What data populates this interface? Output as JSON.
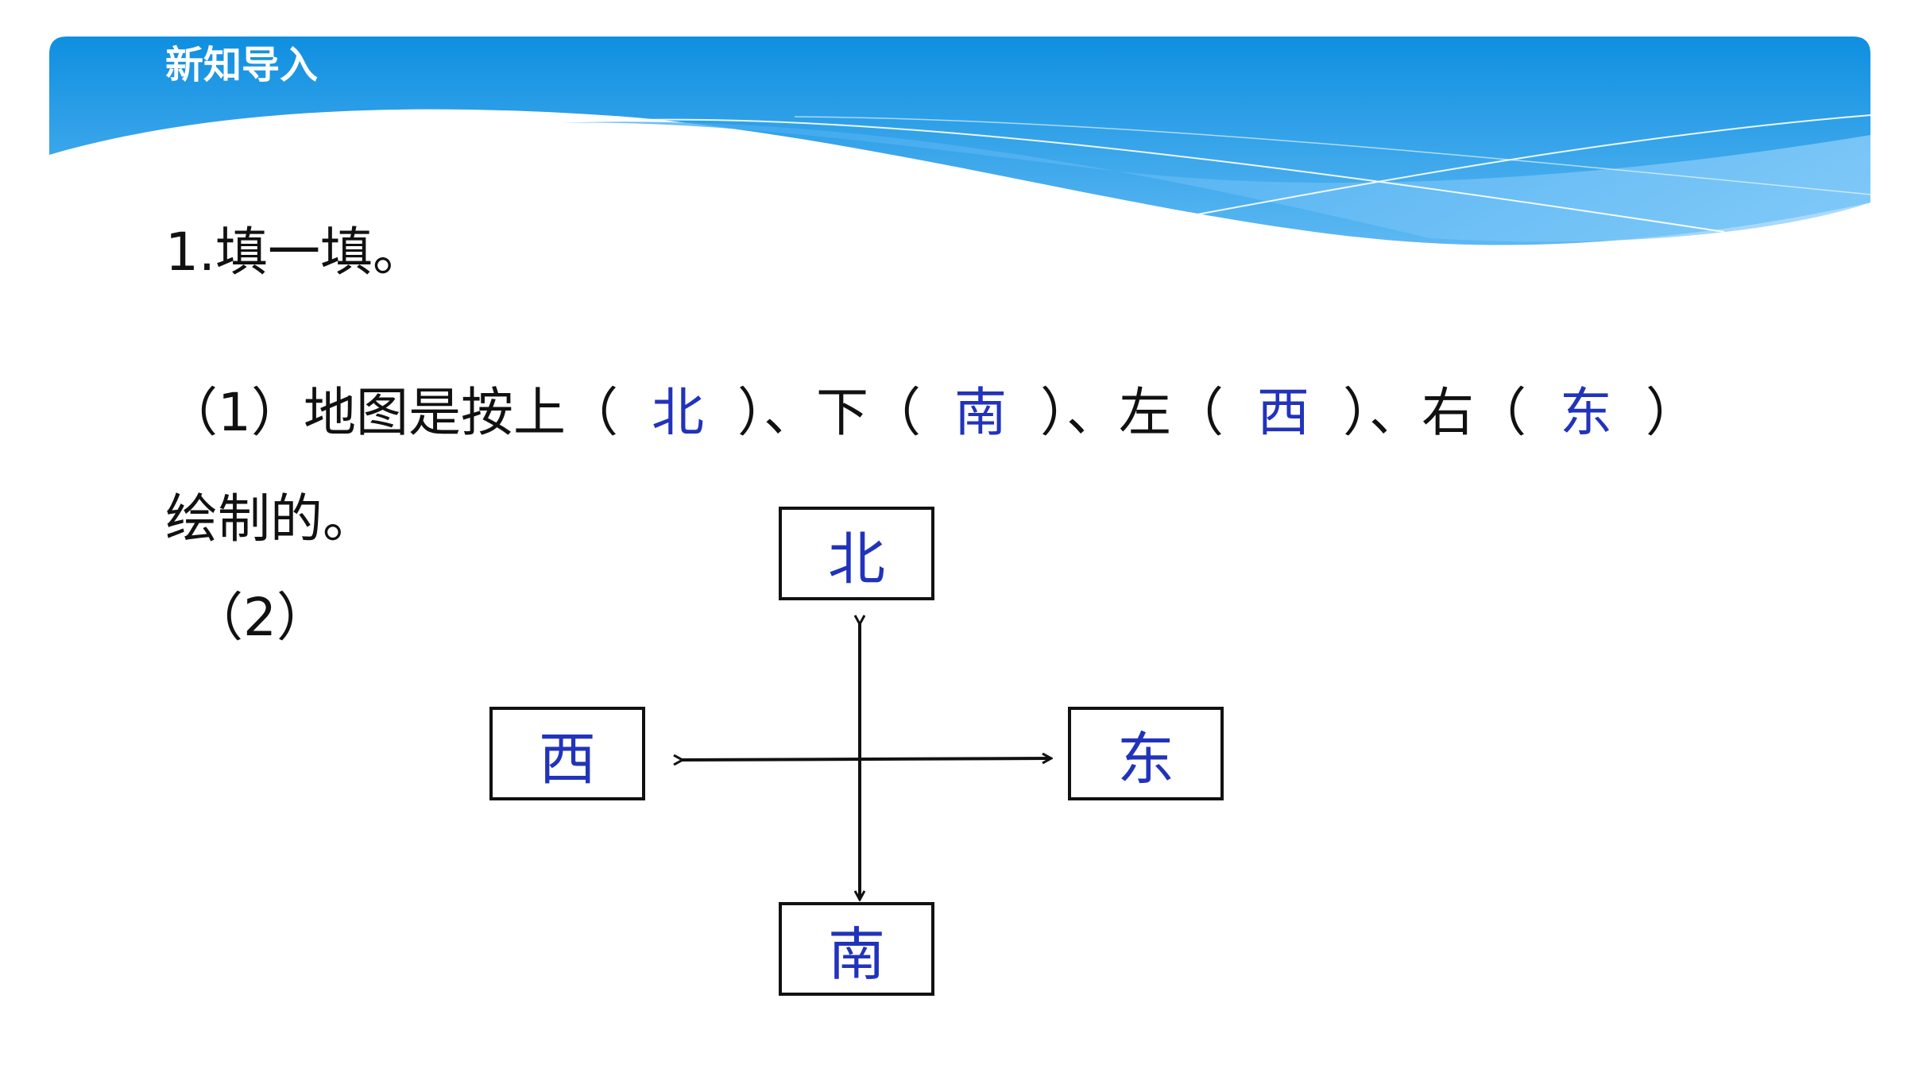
{
  "header": {
    "section_title": "新知导入",
    "colors": {
      "banner_dark": "#0f8fe0",
      "banner_light": "#9fd4fa"
    }
  },
  "question": {
    "title": "1.填一填。",
    "part1": {
      "prefix": "（1）地图是按上（",
      "answer_up": "北",
      "sep1": "）、下（",
      "answer_down": "南",
      "sep2": "）、左（",
      "answer_left": "西",
      "sep3": "）、右（",
      "answer_right": "东",
      "suffix": "）",
      "line2": "绘制的。"
    },
    "part2_label": "（2）"
  },
  "compass": {
    "north": "北",
    "south": "南",
    "west": "西",
    "east": "东",
    "answer_color": "#2233bb"
  }
}
